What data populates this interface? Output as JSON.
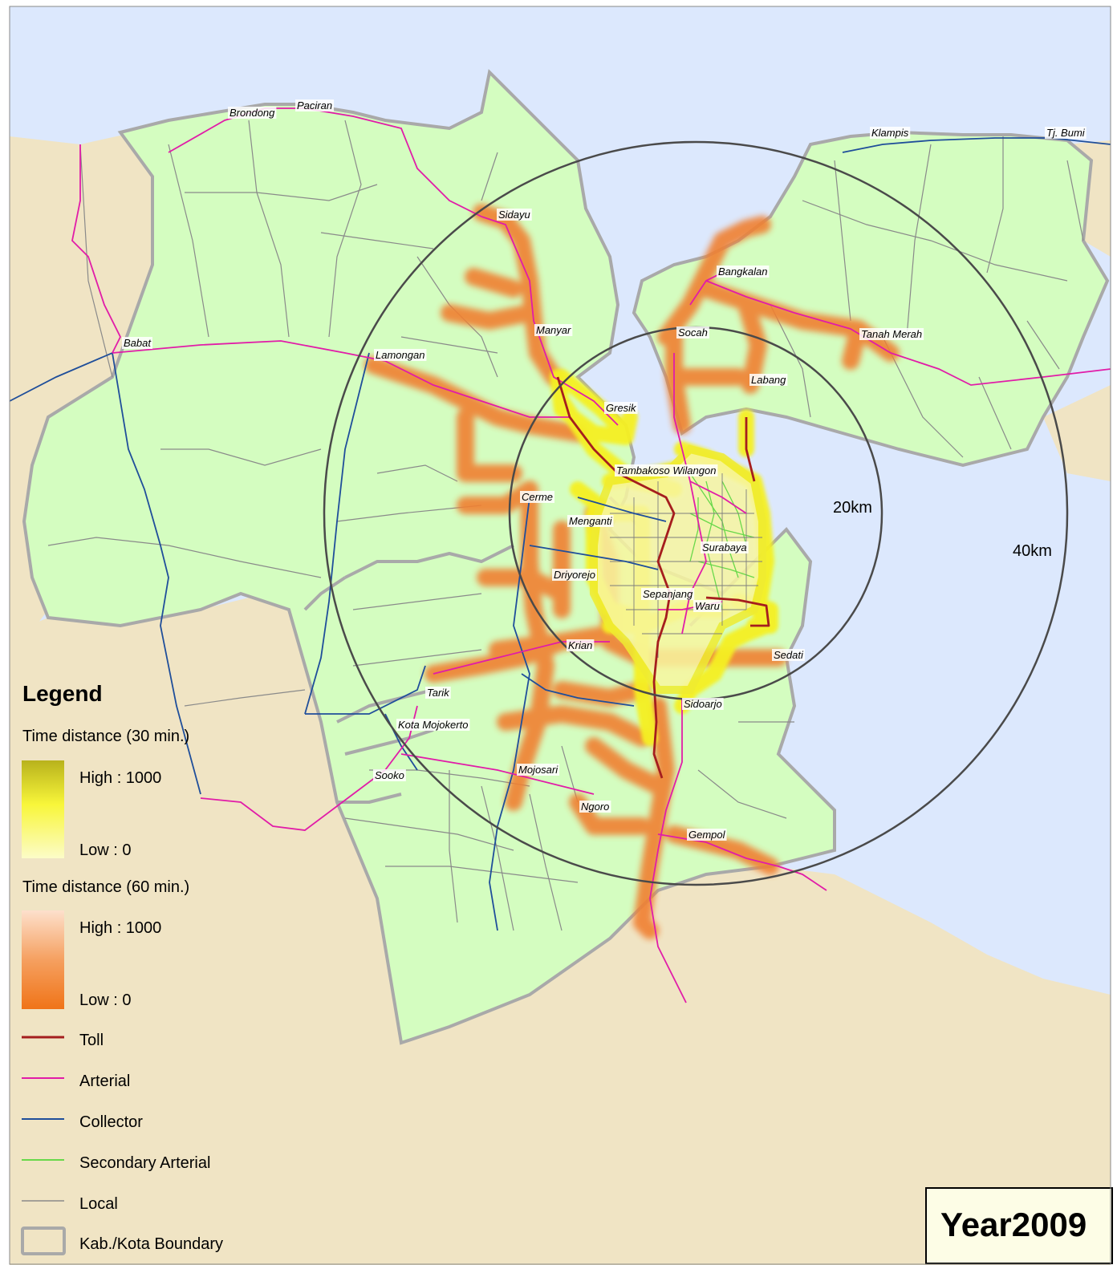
{
  "colors": {
    "sea": "#dce8fd",
    "land_outside": "#f0e4c4",
    "land_study": "#d4fdc0",
    "boundary": "#a9a9a9",
    "toll": "#a51e1e",
    "arterial": "#e11ca8",
    "collector": "#1f4e9a",
    "secondary_arterial": "#68d84a",
    "local": "#8a8a8a",
    "time60_glow": "#f08030",
    "time30_glow": "#f5f020",
    "ring": "#4a4a4a"
  },
  "places": [
    {
      "id": "brondong",
      "name": "Brondong"
    },
    {
      "id": "paciran",
      "name": "Paciran"
    },
    {
      "id": "klampis",
      "name": "Klampis"
    },
    {
      "id": "tj-bumi",
      "name": "Tj. Bumi"
    },
    {
      "id": "sidayu",
      "name": "Sidayu"
    },
    {
      "id": "bangkalan",
      "name": "Bangkalan"
    },
    {
      "id": "babat",
      "name": "Babat"
    },
    {
      "id": "socah",
      "name": "Socah"
    },
    {
      "id": "tanah-merah",
      "name": "Tanah Merah"
    },
    {
      "id": "manyar",
      "name": "Manyar"
    },
    {
      "id": "lamongan",
      "name": "Lamongan"
    },
    {
      "id": "labang",
      "name": "Labang"
    },
    {
      "id": "gresik",
      "name": "Gresik"
    },
    {
      "id": "tambakoso-wilangon",
      "name": "Tambakoso Wilangon"
    },
    {
      "id": "cerme",
      "name": "Cerme"
    },
    {
      "id": "menganti",
      "name": "Menganti"
    },
    {
      "id": "surabaya",
      "name": "Surabaya"
    },
    {
      "id": "driyorejo",
      "name": "Driyorejo"
    },
    {
      "id": "sepanjang",
      "name": "Sepanjang"
    },
    {
      "id": "waru",
      "name": "Waru"
    },
    {
      "id": "krian",
      "name": "Krian"
    },
    {
      "id": "sedati",
      "name": "Sedati"
    },
    {
      "id": "tarik",
      "name": "Tarik"
    },
    {
      "id": "sidoarjo",
      "name": "Sidoarjo"
    },
    {
      "id": "kota-mojokerto",
      "name": "Kota Mojokerto"
    },
    {
      "id": "sooko",
      "name": "Sooko"
    },
    {
      "id": "mojosari",
      "name": "Mojosari"
    },
    {
      "id": "ngoro",
      "name": "Ngoro"
    },
    {
      "id": "gempol",
      "name": "Gempol"
    }
  ],
  "rings": {
    "inner_label": "20km",
    "outer_label": "40km"
  },
  "legend": {
    "title": "Legend",
    "time30": {
      "title": "Time distance (30 min.)",
      "high": "High : 1000",
      "low": "Low : 0"
    },
    "time60": {
      "title": "Time distance (60 min.)",
      "high": "High : 1000",
      "low": "Low : 0"
    },
    "items": [
      {
        "id": "toll",
        "label": "Toll"
      },
      {
        "id": "arterial",
        "label": "Arterial"
      },
      {
        "id": "collector",
        "label": "Collector"
      },
      {
        "id": "secondary-arterial",
        "label": "Secondary Arterial"
      },
      {
        "id": "local",
        "label": "Local"
      },
      {
        "id": "boundary",
        "label": "Kab./Kota Boundary"
      }
    ]
  },
  "year_label": "Year2009"
}
